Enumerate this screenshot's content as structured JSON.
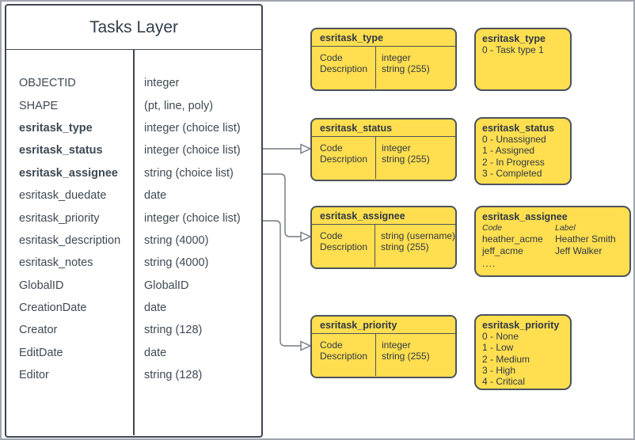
{
  "tasks_layer": {
    "title": "Tasks Layer",
    "fields": [
      {
        "name": "OBJECTID",
        "type": "integer"
      },
      {
        "name": "SHAPE",
        "type": "(pt, line, poly)"
      },
      {
        "name": "esritask_type",
        "type": "integer (choice list)"
      },
      {
        "name": "esritask_status",
        "type": "integer (choice list)"
      },
      {
        "name": "esritask_assignee",
        "type": "string (choice list)"
      },
      {
        "name": "esritask_duedate",
        "type": "date"
      },
      {
        "name": "esritask_priority",
        "type": "integer (choice list)"
      },
      {
        "name": "esritask_description",
        "type": "string (4000)"
      },
      {
        "name": "esritask_notes",
        "type": "string (4000)"
      },
      {
        "name": "GlobalID",
        "type": "GlobalID"
      },
      {
        "name": "CreationDate",
        "type": "date"
      },
      {
        "name": "Creator",
        "type": "string (128)"
      },
      {
        "name": "EditDate",
        "type": "date"
      },
      {
        "name": "Editor",
        "type": "string (128)"
      }
    ]
  },
  "domain_tables": [
    {
      "title": "esritask_type",
      "fields": [
        {
          "label": "Code",
          "type": "integer"
        },
        {
          "label": "Description",
          "type": "string (255)"
        }
      ]
    },
    {
      "title": "esritask_status",
      "fields": [
        {
          "label": "Code",
          "type": "integer"
        },
        {
          "label": "Description",
          "type": "string (255)"
        }
      ]
    },
    {
      "title": "esritask_assignee",
      "fields": [
        {
          "label": "Code",
          "type": "string (username)"
        },
        {
          "label": "Description",
          "type": "string (255)"
        }
      ]
    },
    {
      "title": "esritask_priority",
      "fields": [
        {
          "label": "Code",
          "type": "integer"
        },
        {
          "label": "Description",
          "type": "string (255)"
        }
      ]
    }
  ],
  "value_lists": [
    {
      "title": "esritask_type",
      "items": [
        "0 - Task type 1"
      ]
    },
    {
      "title": "esritask_status",
      "items": [
        "0 - Unassigned",
        "1 - Assigned",
        "2 - In Progress",
        "3 - Completed"
      ]
    },
    {
      "title": "esritask_assignee",
      "col_headers": [
        "Code",
        "Label"
      ],
      "rows": [
        {
          "code": "heather_acme",
          "label": "Heather Smith"
        },
        {
          "code": "jeff_acme",
          "label": "Jeff Walker"
        }
      ],
      "more": "...."
    },
    {
      "title": "esritask_priority",
      "items": [
        "0 - None",
        "1 - Low",
        "2 - Medium",
        "3 - High",
        "4 - Critical"
      ]
    }
  ],
  "colors": {
    "box_fill": "#ffde4f",
    "box_border": "#4d545c",
    "table_border": "#3e4752",
    "text": "#2e3945",
    "connector": "#707880"
  }
}
